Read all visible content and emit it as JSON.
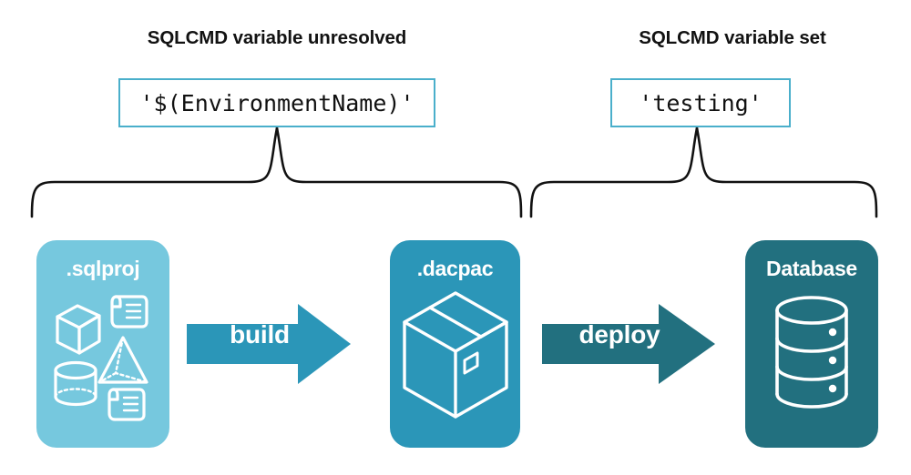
{
  "headings": {
    "left": "SQLCMD variable unresolved",
    "right": "SQLCMD variable set"
  },
  "code_boxes": {
    "left_value": "'$(EnvironmentName)'",
    "right_value": "'testing'"
  },
  "artifacts": [
    {
      "id": "sqlproj",
      "label": ".sqlproj",
      "color": "#76C8DE",
      "icons": [
        "cube-icon",
        "pyramid-icon",
        "cylinder-icon",
        "script-scroll-icon",
        "script-scroll-icon"
      ]
    },
    {
      "id": "dacpac",
      "label": ".dacpac",
      "color": "#2B96B8",
      "icons": [
        "package-box-icon"
      ]
    },
    {
      "id": "database",
      "label": "Database",
      "color": "#22707F",
      "icons": [
        "database-cylinder-icon"
      ]
    }
  ],
  "arrows": [
    {
      "id": "build",
      "label": "build",
      "color": "#2B96B8"
    },
    {
      "id": "deploy",
      "label": "deploy",
      "color": "#22707F"
    }
  ],
  "braces": {
    "left_name": "brace-build-scope",
    "right_name": "brace-deploy-scope",
    "stroke": "#111111"
  },
  "palette": {
    "accent_border": "#4AAFCB",
    "light_blue": "#76C8DE",
    "mid_blue": "#2B96B8",
    "dark_teal": "#22707F",
    "text": "#121212",
    "background": "#ffffff"
  }
}
